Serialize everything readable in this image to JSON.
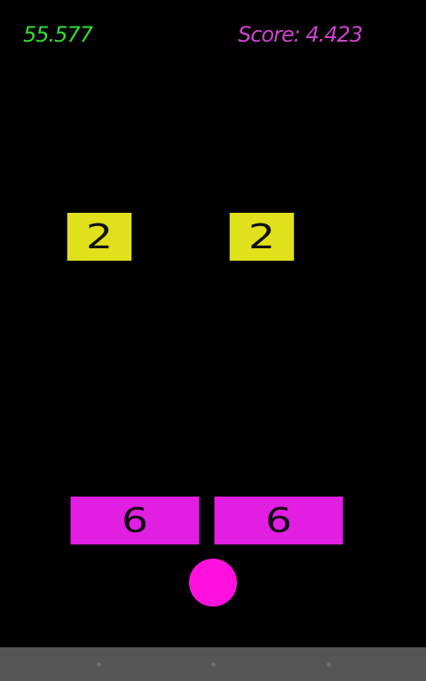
{
  "hud": {
    "timer": "55.577",
    "score": "Score: 4.423"
  },
  "blocks": [
    {
      "value": "2",
      "color": "#e0e01c"
    },
    {
      "value": "2",
      "color": "#e0e01c"
    },
    {
      "value": "6",
      "color": "#e21ee2"
    },
    {
      "value": "6",
      "color": "#e21ee2"
    }
  ],
  "ball": {
    "color": "#ff11dd"
  },
  "colors": {
    "background": "#000000",
    "timer": "#33dd33",
    "score": "#cc44cc",
    "navbar": "#555555"
  },
  "navbar": {
    "icons": [
      "back-icon",
      "home-icon",
      "recent-apps-icon"
    ]
  }
}
